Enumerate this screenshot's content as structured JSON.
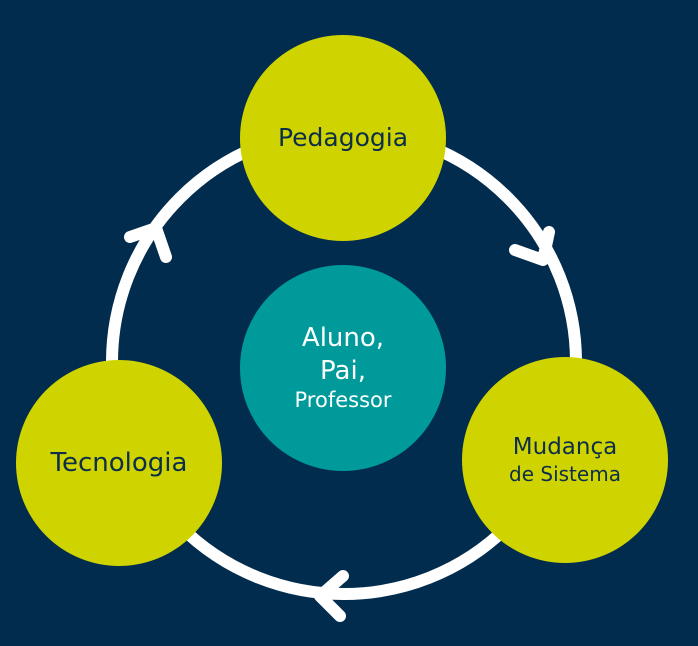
{
  "colors": {
    "background": "#012c4d",
    "accent": "#cfd400",
    "center": "#009a9a",
    "ring": "#ffffff"
  },
  "nodes": {
    "top": {
      "label": "Pedagogia"
    },
    "right": {
      "line1": "Mudança",
      "line2": "de Sistema"
    },
    "left": {
      "label": "Tecnologia"
    },
    "center": {
      "line1": "Aluno,",
      "line2": "Pai,",
      "line3": "Professor"
    }
  }
}
